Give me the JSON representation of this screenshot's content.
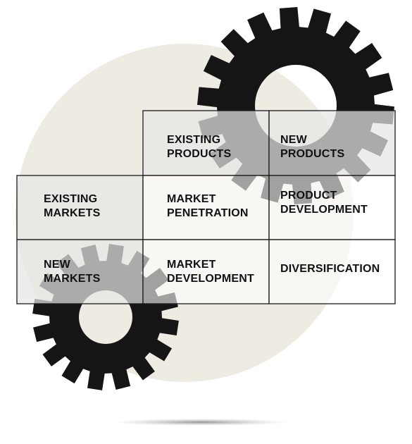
{
  "colors": {
    "background": "#ffffff",
    "circle": "#eeebe3",
    "gear": "#151515",
    "cell_fill": "#ececec",
    "grid_line": "#1a1a1a",
    "text": "#111111",
    "shadow": "#9a9a9a"
  },
  "matrix": {
    "col_headers": [
      {
        "line1": "EXISTING",
        "line2": "PRODUCTS"
      },
      {
        "line1": "NEW",
        "line2": "PRODUCTS"
      }
    ],
    "row_headers": [
      {
        "line1": "EXISTING",
        "line2": "MARKETS"
      },
      {
        "line1": "NEW",
        "line2": "MARKETS"
      }
    ],
    "cells": [
      [
        {
          "line1": "MARKET",
          "line2": "PENETRATION"
        },
        {
          "line1": "PRODUCT",
          "line2": "DEVELOPMENT"
        }
      ],
      [
        {
          "line1": "MARKET",
          "line2": "DEVELOPMENT"
        },
        {
          "line1": "DIVERSIFICATION",
          "line2": ""
        }
      ]
    ]
  },
  "icons": [
    "large-gear-icon",
    "small-gear-icon"
  ]
}
